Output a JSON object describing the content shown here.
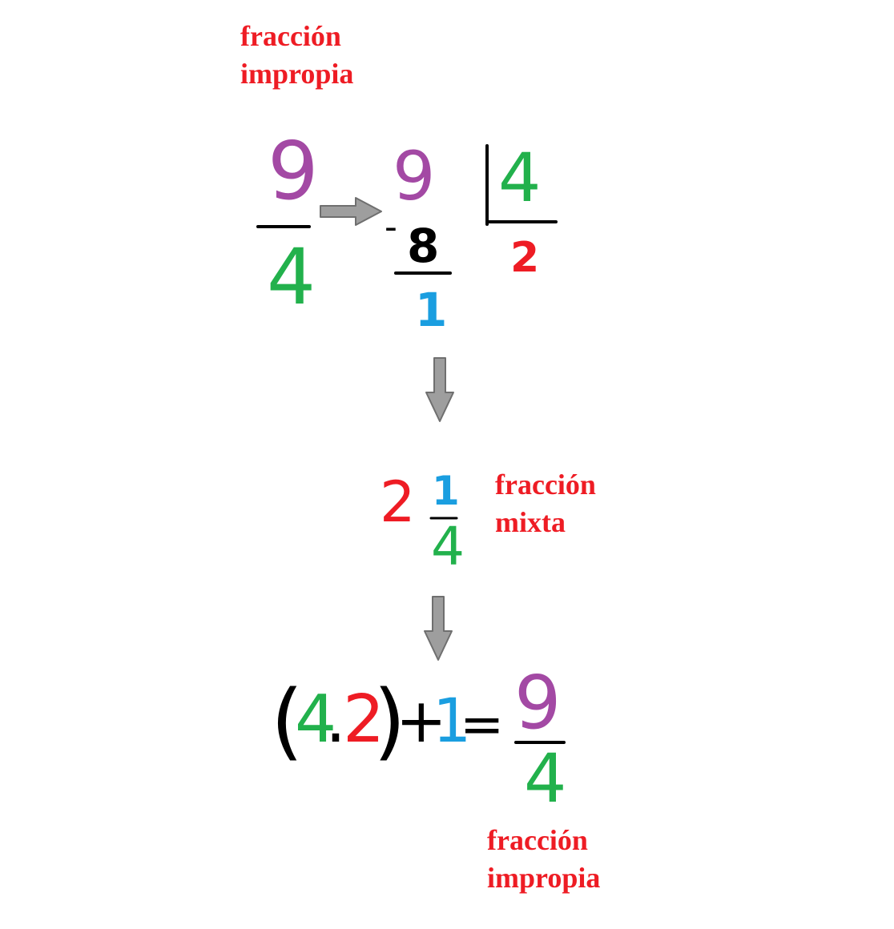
{
  "colors": {
    "label": "#ee1c24",
    "numerator": "#a349a4",
    "denominator": "#22b14c",
    "quotient": "#ee1c24",
    "remainder": "#1a9ee0",
    "ink": "#000000",
    "arrow": "#9e9e9e"
  },
  "labels": {
    "top_line1": "fracción",
    "top_line2": "impropia",
    "middle_line1": "fracción",
    "middle_line2": "mixta",
    "bottom_line1": "fracción",
    "bottom_line2": "impropia"
  },
  "original_fraction": {
    "numerator": "9",
    "denominator": "4"
  },
  "division": {
    "dividend": "9",
    "divisor": "4",
    "minus": "-",
    "subtrahend": "8",
    "remainder": "1",
    "quotient": "2"
  },
  "mixed_number": {
    "whole": "2",
    "numerator": "1",
    "denominator": "4"
  },
  "verification": {
    "open_paren": "(",
    "factor1": "4",
    "dot": ".",
    "factor2": "2",
    "close_paren": ")",
    "plus": "+",
    "addend": "1",
    "equals": "=",
    "result_numerator": "9",
    "result_denominator": "4"
  },
  "icons": {
    "right_arrow": "right-arrow-icon",
    "down_arrow_1": "down-arrow-icon",
    "down_arrow_2": "down-arrow-icon"
  }
}
